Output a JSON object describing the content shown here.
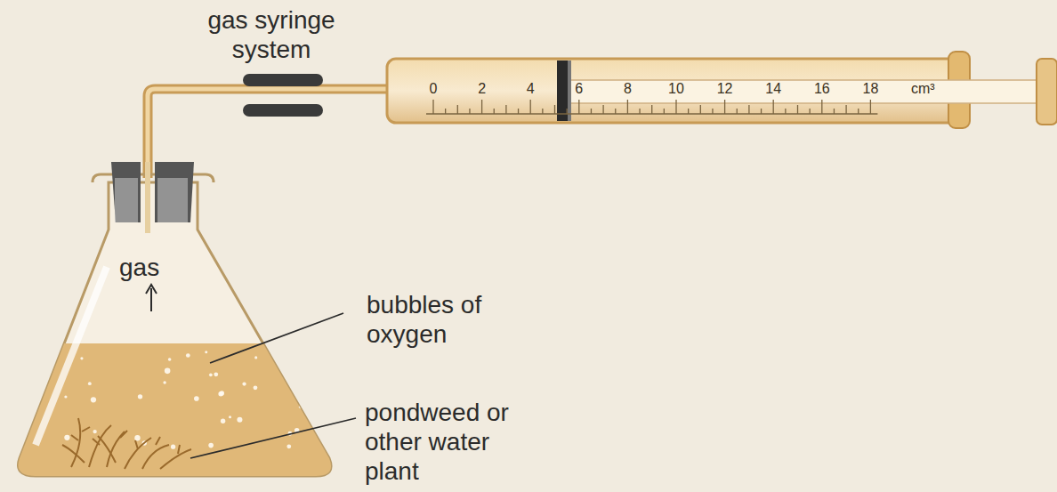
{
  "diagram": {
    "labels": [
      "gas syringe system",
      "0",
      "2",
      "4",
      "6",
      "8",
      "10",
      "12",
      "14",
      "16",
      "18",
      "cm³",
      "gas",
      "bubbles of oxygen",
      "pondweed or other water plant"
    ]
  }
}
